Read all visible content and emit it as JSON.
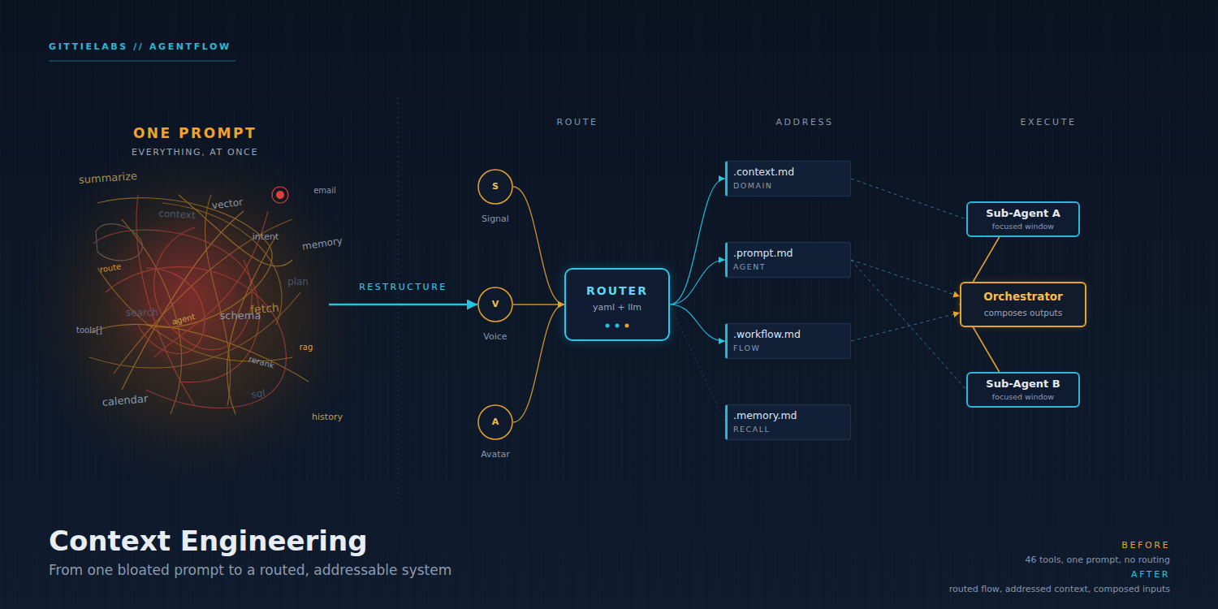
{
  "diagram": {
    "title": "Context Engineering",
    "caption": "From one bloated prompt to a routed, addressable system",
    "nodes": [
      {
        "text": [
          "ONE PROMPT",
          "EVERYTHING, AT ONCE"
        ]
      },
      {
        "text": [
          "S",
          "Signal"
        ]
      },
      {
        "text": [
          "V",
          "Voice"
        ]
      },
      {
        "text": [
          "A",
          "Avatar"
        ]
      },
      {
        "text": [
          "ROUTER",
          "yaml + llm"
        ]
      },
      {
        "text": [
          ".context.md",
          "DOMAIN"
        ]
      },
      {
        "text": [
          ".prompt.md",
          "AGENT"
        ]
      },
      {
        "text": [
          ".workflow.md",
          "FLOW"
        ]
      },
      {
        "text": [
          ".memory.md",
          "RECALL"
        ]
      },
      {
        "text": [
          "Sub-Agent A",
          "focused window"
        ]
      },
      {
        "text": [
          "Orchestrator",
          "composes outputs"
        ]
      },
      {
        "text": [
          "Sub-Agent B",
          "focused window"
        ]
      }
    ],
    "edges": [
      {
        "from": 0,
        "to": 2,
        "label": "RESTRUCTURE",
        "arrow": "to"
      },
      {
        "from": 1,
        "to": 4,
        "arrow": "to"
      },
      {
        "from": 2,
        "to": 4,
        "arrow": "to"
      },
      {
        "from": 3,
        "to": 4,
        "arrow": "to"
      },
      {
        "from": 4,
        "to": 5,
        "arrow": "to"
      },
      {
        "from": 4,
        "to": 6,
        "arrow": "to"
      },
      {
        "from": 4,
        "to": 7,
        "arrow": "to"
      },
      {
        "from": 4,
        "to": 8,
        "arrow": "none"
      },
      {
        "from": 5,
        "to": 9,
        "arrow": "none"
      },
      {
        "from": 6,
        "to": 10,
        "arrow": "to"
      },
      {
        "from": 6,
        "to": 11,
        "arrow": "none"
      },
      {
        "from": 7,
        "to": 10,
        "arrow": "to"
      },
      {
        "from": 9,
        "to": 10,
        "arrow": "none"
      },
      {
        "from": 11,
        "to": 10,
        "arrow": "none"
      }
    ],
    "labels": [
      "GITTIELABS // AGENTFLOW",
      "ROUTE",
      "ADDRESS",
      "EXECUTE",
      "summarize",
      "email",
      "vector",
      "context",
      "intent",
      "memory",
      "plan",
      "route",
      "fetch",
      "schema",
      "search",
      "agent",
      "tools[]",
      "rag",
      "rerank",
      "sql",
      "calendar",
      "history",
      "BEFORE",
      "46 tools, one prompt, no routing",
      "AFTER",
      "routed flow, addressed context, composed inputs"
    ]
  }
}
